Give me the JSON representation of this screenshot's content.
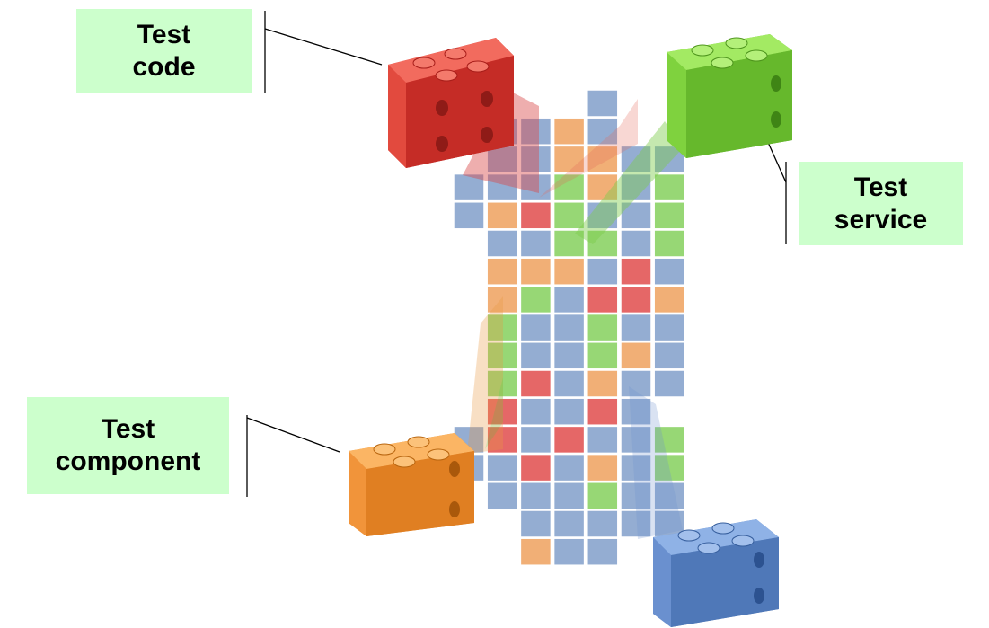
{
  "labels": {
    "test_code": {
      "line1": "Test",
      "line2": "code"
    },
    "test_service": {
      "line1": "Test",
      "line2": "service"
    },
    "test_component": {
      "line1": "Test",
      "line2": "component"
    }
  },
  "colors": {
    "label_bg": "#ccffcc",
    "red": "#e03a3a",
    "green": "#6ec23a",
    "orange": "#eb8f2e",
    "blue": "#5f86c4",
    "tile_blue": "#8ba7cf",
    "tile_red": "#e35b5b",
    "tile_green": "#8fd46a",
    "tile_orange": "#f0a96b"
  },
  "icons": [
    "red-lego-brick-icon",
    "green-lego-brick-icon",
    "orange-lego-brick-icon",
    "blue-lego-brick-icon"
  ],
  "grid": {
    "rows": [
      "....B.",
      ".BBOB.",
      ".BBOOBB",
      "BBBGOBG",
      "BORGBBG",
      ".BBGGBG",
      ".OOOBRB",
      ".OGBRRO",
      ".GBBGBB",
      ".GBBGOB",
      ".GRBOBB",
      ".RBBRB.",
      "BRBRBBG",
      "BBRBOBG",
      ".BBBGBB",
      "..BBBBB",
      "..OBB.."
    ]
  }
}
